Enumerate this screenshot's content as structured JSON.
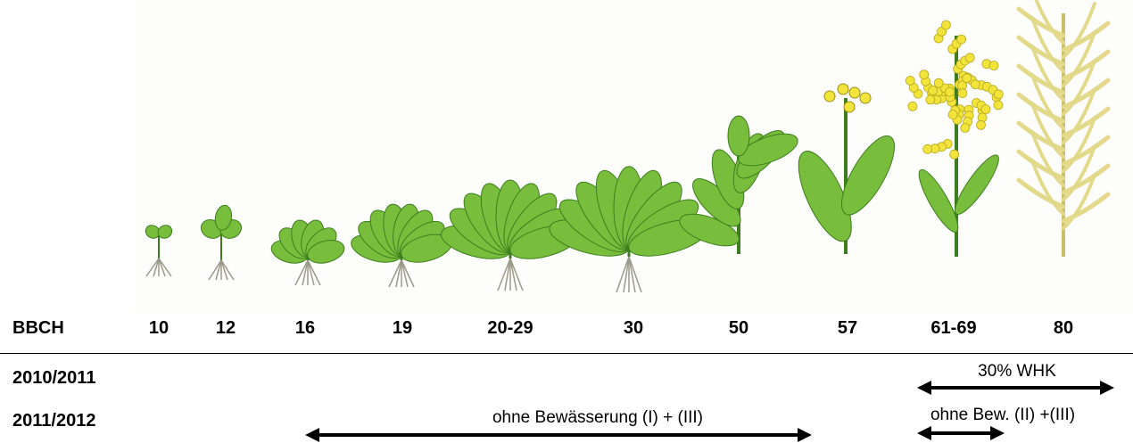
{
  "row_label_bbch": "BBCH",
  "stages": [
    "10",
    "12",
    "16",
    "19",
    "20-29",
    "30",
    "50",
    "57",
    "61-69",
    "80"
  ],
  "seasons": [
    "2010/2011",
    "2011/2012"
  ],
  "annotations": {
    "season1_right": "30% WHK",
    "season2_middle": "ohne Bewässerung (I) + (III)",
    "season2_right": "ohne Bew. (II) +(III)"
  },
  "colors": {
    "leaf": "#78be3c",
    "leaf_dark": "#3d7d1e",
    "flower": "#f2e43a",
    "pod": "#e3d98a",
    "root": "#9a9a8a"
  }
}
